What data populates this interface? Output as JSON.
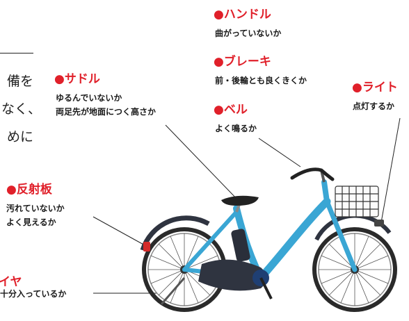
{
  "labels": {
    "handle": {
      "title": "●ハンドル",
      "lines": [
        "曲がっていないか"
      ]
    },
    "brake": {
      "title": "●ブレーキ",
      "lines": [
        "前・後輪とも良くきくか"
      ]
    },
    "bell": {
      "title": "●ベル",
      "lines": [
        "よく鳴るか"
      ]
    },
    "light": {
      "title": "●ライト",
      "lines": [
        "点灯するか"
      ]
    },
    "saddle": {
      "title": "●サドル",
      "lines": [
        "ゆるんでいないか",
        "両足先が地面につく高さか"
      ]
    },
    "reflector": {
      "title": "●反射板",
      "lines": [
        "汚れていないか",
        "よく見えるか"
      ]
    },
    "tire": {
      "title": "イヤ",
      "lines": [
        "十分入っているか"
      ]
    }
  },
  "cutoff_text": [
    "備を",
    "なく、",
    "めに"
  ],
  "colors": {
    "accent_red": "#e0202a",
    "frame_blue": "#3aa6d4",
    "text_dark": "#1a1a1a"
  }
}
